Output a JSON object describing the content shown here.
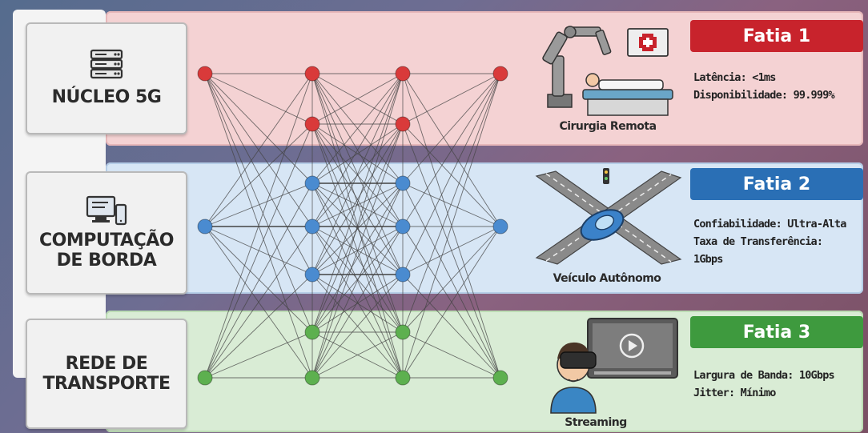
{
  "layers": [
    {
      "label": "NÚCLEO 5G",
      "icon": "server-icon"
    },
    {
      "label": "COMPUTAÇÃO\nDE BORDA",
      "icon": "computer-devices-icon"
    },
    {
      "label": "REDE DE\nTRANSPORTE",
      "icon": ""
    }
  ],
  "slices": [
    {
      "title": "Fatia 1",
      "color": "#c8232c",
      "use_case": "Cirurgia Remota",
      "use_icon": "robotic-surgery-icon",
      "specs": "Latência: <1ms\nDisponibilidade: 99.999%"
    },
    {
      "title": "Fatia 2",
      "color": "#2a6fb5",
      "use_case": "Veículo Autônomo",
      "use_icon": "autonomous-vehicle-icon",
      "specs": "Confiabilidade: Ultra-Alta\nTaxa de Transferência:\n1Gbps"
    },
    {
      "title": "Fatia 3",
      "color": "#3e9a3e",
      "use_case": "Streaming",
      "use_icon": "vr-streaming-icon",
      "specs": "Largura de Banda: 10Gbps\nJitter: Mínimo"
    }
  ],
  "network": {
    "node_colors": {
      "red": "#d93a3a",
      "blue": "#4a8bd0",
      "green": "#5db04f"
    },
    "line_color": "#444444"
  }
}
